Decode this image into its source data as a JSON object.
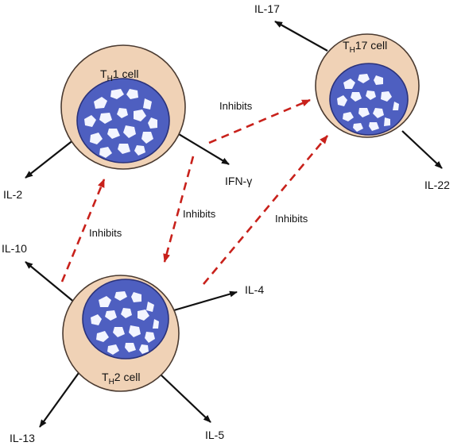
{
  "colors": {
    "cell_fill": "#f0d2b6",
    "cell_stroke": "#4a3a30",
    "nucleus_fill": "#4e5fc0",
    "nucleus_stroke": "#2a327a",
    "chromatin": "#f3f5ff",
    "arrow": "#111111",
    "inhibit": "#c8211b"
  },
  "cells": {
    "th1": {
      "pre": "T",
      "sub": "H",
      "post": "1 cell"
    },
    "th17": {
      "pre": "T",
      "sub": "H",
      "post": "17 cell"
    },
    "th2": {
      "pre": "T",
      "sub": "H",
      "post": "2 cell"
    }
  },
  "cytokines": {
    "il2": "IL-2",
    "ifng": "IFN-γ",
    "il17": "IL-17",
    "il22": "IL-22",
    "il10": "IL-10",
    "il4": "IL-4",
    "il13": "IL-13",
    "il5": "IL-5"
  },
  "inhibits": {
    "th1_to_th17": "Inhibits",
    "th1_to_th2": "Inhibits",
    "th2_to_th1": "Inhibits",
    "th2_to_th17": "Inhibits"
  }
}
